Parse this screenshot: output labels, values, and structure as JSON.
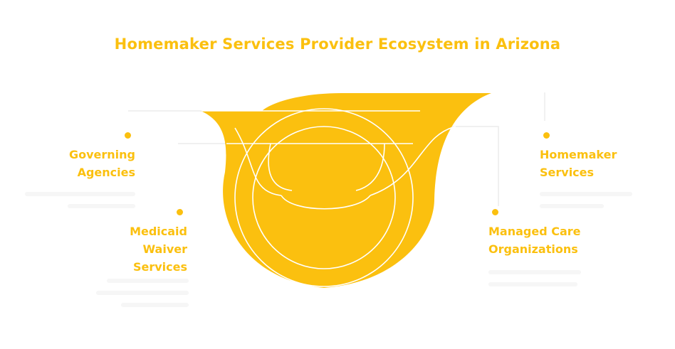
{
  "title": "Homemaker Services Provider Ecosystem in Arizona",
  "colors": {
    "accent": "#fbc00f",
    "connector": "#ececec",
    "background": "#ffffff"
  },
  "items": [
    {
      "id": "governing",
      "label": "Governing\nAgencies"
    },
    {
      "id": "homemaker",
      "label": "Homemaker\nServices"
    },
    {
      "id": "medicaid",
      "label": "Medicaid\nWaiver\nServices"
    },
    {
      "id": "managed",
      "label": "Managed Care\nOrganizations"
    }
  ]
}
